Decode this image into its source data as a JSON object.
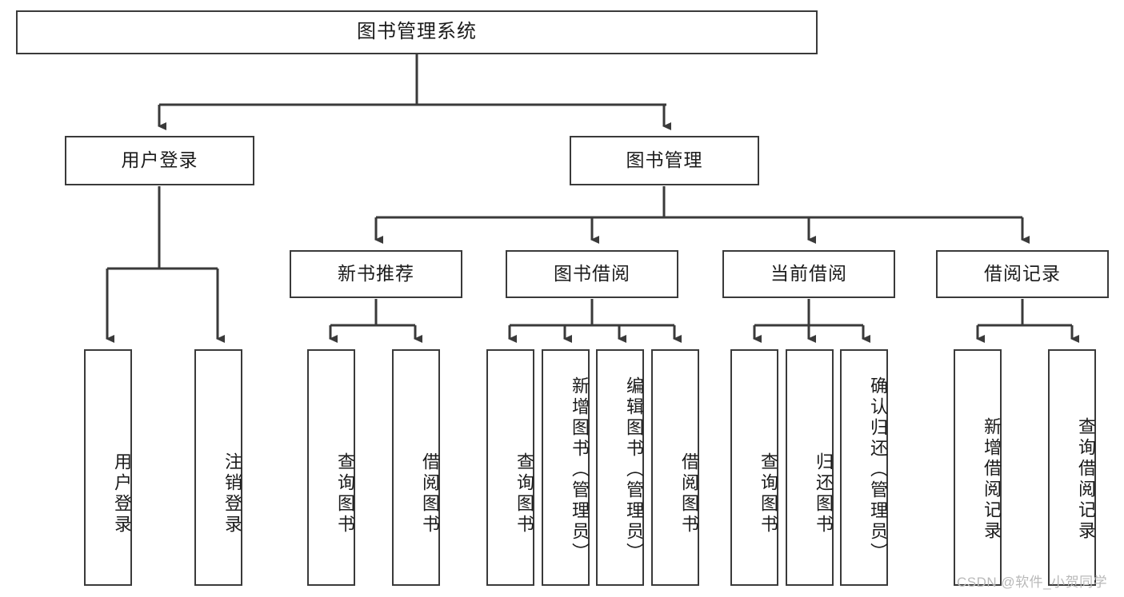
{
  "diagram": {
    "type": "tree-hierarchy",
    "title": "图书管理系统",
    "root": {
      "label": "图书管理系统"
    },
    "level2": [
      {
        "id": "user-login",
        "label": "用户登录"
      },
      {
        "id": "book-manage",
        "label": "图书管理"
      }
    ],
    "level3": [
      {
        "id": "new-book-recommend",
        "label": "新书推荐",
        "parent": "book-manage"
      },
      {
        "id": "book-borrow",
        "label": "图书借阅",
        "parent": "book-manage"
      },
      {
        "id": "current-borrow",
        "label": "当前借阅",
        "parent": "book-manage"
      },
      {
        "id": "borrow-record",
        "label": "借阅记录",
        "parent": "book-manage"
      }
    ],
    "leaves": [
      {
        "id": "leaf-user-login",
        "label": "用户登录",
        "parent": "user-login"
      },
      {
        "id": "leaf-logout-login",
        "label": "注销登录",
        "parent": "user-login"
      },
      {
        "id": "leaf-query-book-1",
        "label": "查询图书",
        "parent": "new-book-recommend"
      },
      {
        "id": "leaf-borrow-book-1",
        "label": "借阅图书",
        "parent": "new-book-recommend"
      },
      {
        "id": "leaf-query-book-2",
        "label": "查询图书",
        "parent": "book-borrow"
      },
      {
        "id": "leaf-add-book",
        "label": "新增图书（管理员）",
        "parent": "book-borrow"
      },
      {
        "id": "leaf-edit-book",
        "label": "编辑图书（管理员）",
        "parent": "book-borrow"
      },
      {
        "id": "leaf-borrow-book-2",
        "label": "借阅图书",
        "parent": "book-borrow"
      },
      {
        "id": "leaf-query-book-3",
        "label": "查询图书",
        "parent": "current-borrow"
      },
      {
        "id": "leaf-return-book",
        "label": "归还图书",
        "parent": "current-borrow"
      },
      {
        "id": "leaf-confirm-return",
        "label": "确认归还（管理员）",
        "parent": "current-borrow"
      },
      {
        "id": "leaf-add-record",
        "label": "新增借阅记录",
        "parent": "borrow-record"
      },
      {
        "id": "leaf-query-record",
        "label": "查询借阅记录",
        "parent": "borrow-record"
      }
    ],
    "colors": {
      "box_border": "#3a3a3a",
      "connector": "#3a3a3a",
      "background": "#ffffff",
      "text": "#1b1b1b",
      "watermark": "#b9b9b9"
    }
  },
  "watermark": {
    "text": "CSDN @软件_小贺同学"
  }
}
